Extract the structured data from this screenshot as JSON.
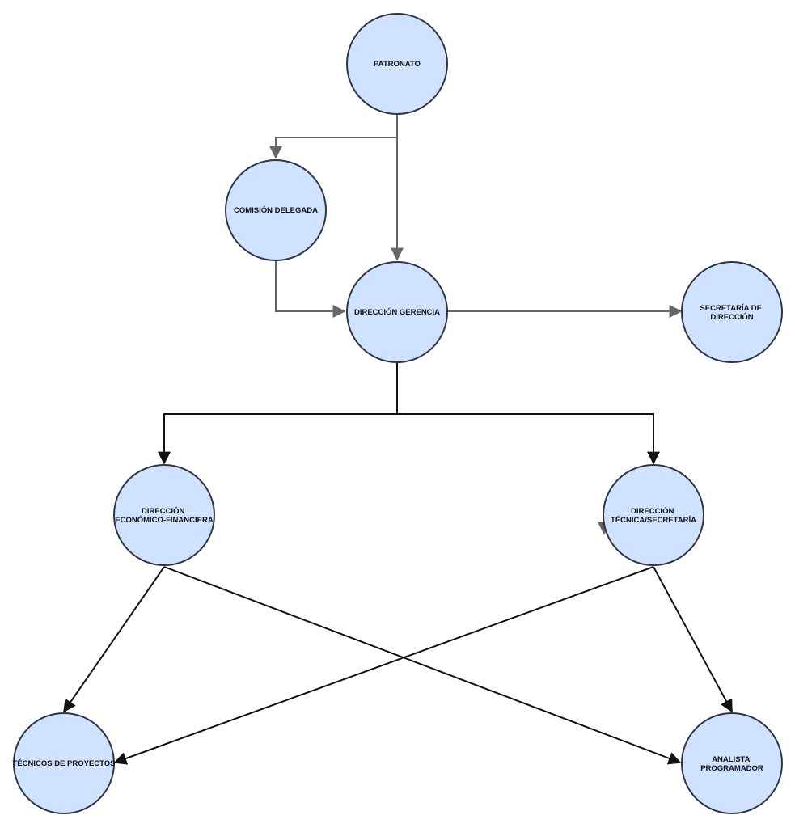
{
  "diagram": {
    "nodes": {
      "patronato": {
        "lines": [
          "PATRONATO"
        ]
      },
      "comision_delegada": {
        "lines": [
          "COMISIÓN DELEGADA"
        ]
      },
      "direccion_gerencia": {
        "lines": [
          "DIRECCIÓN GERENCIA"
        ]
      },
      "secretaria_direccion": {
        "lines": [
          "SECRETARÍA DE",
          "DIRECCIÓN"
        ]
      },
      "direccion_economico_financiera": {
        "lines": [
          "DIRECCIÓN",
          "ECONÓMICO-FINANCIERA"
        ]
      },
      "direccion_tecnica_secretaria": {
        "lines": [
          "DIRECCIÓN",
          "TÉCNICA/SECRETARÍA"
        ]
      },
      "tecnicos_proyectos": {
        "lines": [
          "TÉCNICOS DE PROYECTOS"
        ]
      },
      "analista_programador": {
        "lines": [
          "ANALISTA",
          "PROGRAMADOR"
        ]
      }
    },
    "colors": {
      "node_fill": "#cfe2ff",
      "node_stroke": "#2f3542",
      "edge_gray": "#666666",
      "edge_black": "#111111"
    }
  }
}
